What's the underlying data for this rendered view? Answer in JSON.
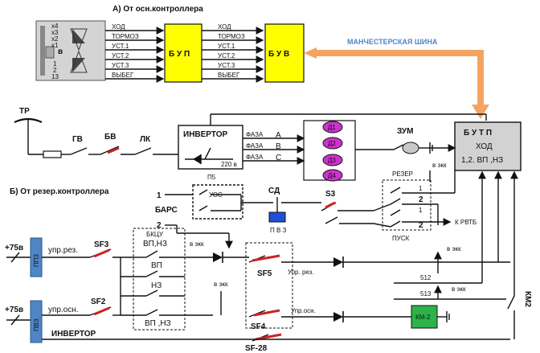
{
  "headings": {
    "section_a": "А) От осн.контроллера",
    "section_b": "Б) От резер.контроллера",
    "manchester_bus": "МАНЧЕСТЕРСКАЯ ШИНА"
  },
  "controller": {
    "positions": [
      "x4",
      "x3",
      "x2",
      "x1",
      "1",
      "2",
      "13"
    ],
    "center_label": "в",
    "lines": [
      "ХОД",
      "ТОРМОЗ",
      "УСТ.1",
      "УСТ.2",
      "УСТ.3",
      "ВЫБЕГ"
    ]
  },
  "blocks": {
    "bup": "Б У П",
    "buv": "Б У В",
    "butp_title": "Б У Т П",
    "butp_line1": "ХОД",
    "butp_line2": "1,2. ВП ,НЗ",
    "invertor": "ИНВЕРТОР",
    "invertor_voltage": "220 в",
    "bkcu": "БКЦУ",
    "km2_box": "КМ-2"
  },
  "power_chain": {
    "tr": "ТР",
    "gv": "ГВ",
    "bv": "БВ",
    "lk": "ЛК"
  },
  "phases": {
    "labels": [
      "ФАЗА",
      "ФАЗА",
      "ФАЗА"
    ],
    "letters": [
      "А",
      "В",
      "С"
    ]
  },
  "motors": [
    "Д1",
    "Д2",
    "Д3",
    "Д4"
  ],
  "zum": "ЗУМ",
  "reserve": {
    "p5": "П5",
    "uos": "УОС",
    "sd": "СД",
    "pvz": "П В З",
    "s3": "S3",
    "bars": "БАРС",
    "rezer": "РЕЗЕР",
    "pusk": "ПУСК",
    "k_rvtb": "К РВТБ",
    "one_a": "1",
    "two_a": "2",
    "one_b": "1",
    "two_b": "2",
    "one_c": "1",
    "two_c": "2"
  },
  "lower": {
    "plus75_top": "+75в",
    "plus75_bottom": "+75в",
    "pp3": "ПП3",
    "pv3": "ПВ3",
    "upr_rez": "упр.рез.",
    "upr_osn": "упр.осн.",
    "sf3": "SF3",
    "sf2": "SF2",
    "sf5": "SF5",
    "sf4": "SF4",
    "sf28": "SF-28",
    "vp_nz_top": "ВП,НЗ",
    "vp": "ВП",
    "nz": "НЗ",
    "vp_nz_bottom": "ВП ,НЗ",
    "upr_rez_2": "Упр. рез.",
    "upr_osn_2": "Упр.осн.",
    "invertor_label": "ИНВЕРТОР",
    "v_ekk_1": "в экк",
    "v_ekk_2": "в экк",
    "v_ekk_3": "в экк",
    "v_ekk_4": "в экк",
    "v_ekk_5": "в экк",
    "wire_512": "512",
    "wire_513": "513",
    "km2_label": "КМ2"
  },
  "colors": {
    "block_yellow": "#ffff00",
    "motor_magenta": "#cc33cc",
    "bus_orange": "#f4a460",
    "sd_blue": "#1f4fd8",
    "km2_green": "#2db34a",
    "supply_blue": "#4f86c6"
  }
}
